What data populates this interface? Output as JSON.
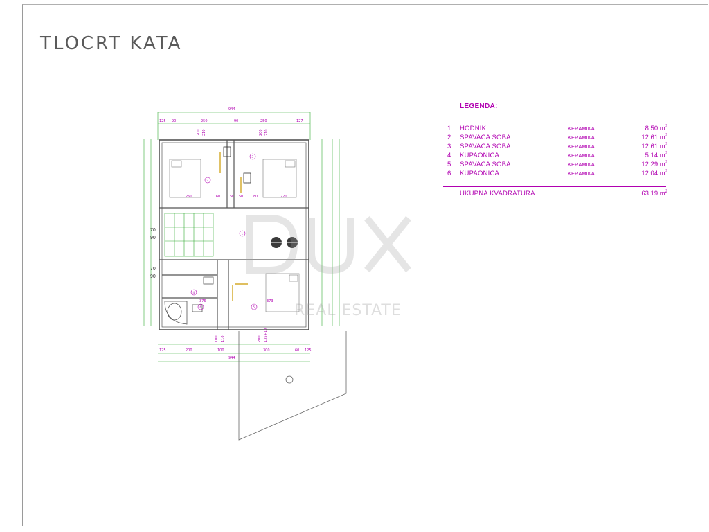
{
  "title": "TLOCRT KATA",
  "legend": {
    "heading": "LEGENDA:",
    "rooms": [
      {
        "num": "1.",
        "name": "HODNIK",
        "material": "KERAMIKA",
        "area": "8.50 m",
        "unit_sup": "2"
      },
      {
        "num": "2.",
        "name": "SPAVACA SOBA",
        "material": "KERAMIKA",
        "area": "12.61 m",
        "unit_sup": "2"
      },
      {
        "num": "3.",
        "name": "SPAVACA SOBA",
        "material": "KERAMIKA",
        "area": "12.61 m",
        "unit_sup": "2"
      },
      {
        "num": "4.",
        "name": "KUPAONICA",
        "material": "KERAMIKA",
        "area": "5.14 m",
        "unit_sup": "2"
      },
      {
        "num": "5.",
        "name": "SPAVACA SOBA",
        "material": "KERAMIKA",
        "area": "12.29 m",
        "unit_sup": "2"
      },
      {
        "num": "6.",
        "name": "KUPAONICA",
        "material": "KERAMIKA",
        "area": "12.04 m",
        "unit_sup": "2"
      }
    ],
    "total_label": "UKUPNA KVADRATURA",
    "total_area": "63.19 m",
    "total_sup": "2"
  },
  "plan": {
    "top_total": "944",
    "top_dims": [
      "125",
      "90",
      "250",
      "90",
      "250",
      "127"
    ],
    "bottom_total": "944",
    "bottom_dims": [
      "125",
      "200",
      "100",
      "300",
      "60",
      "125"
    ],
    "left_dims_a": [
      "70",
      "90"
    ],
    "left_dims_b": [
      "70",
      "90"
    ],
    "door_dims_top": [
      "200",
      "210",
      "200",
      "210"
    ],
    "door_dims_bottom": [
      "100",
      "110",
      "200",
      "135+10"
    ],
    "inner_dims": [
      "260",
      "60",
      "50",
      "50",
      "80",
      "220",
      "376",
      "373"
    ],
    "room_nums": [
      "1",
      "2",
      "3",
      "4",
      "5",
      "6"
    ]
  },
  "watermark": {
    "logo": "DUX",
    "sub": "REAL ESTATE"
  },
  "colors": {
    "magenta": "#b100b1",
    "green": "#33aa33",
    "wall": "#555555",
    "door": "#cc9900"
  }
}
